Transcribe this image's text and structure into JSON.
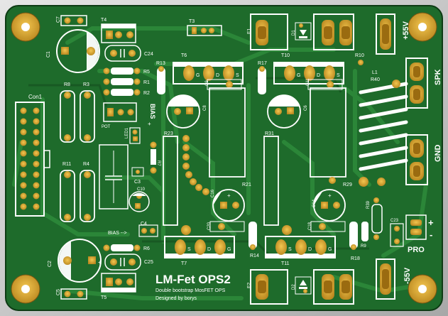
{
  "board": {
    "title": "LM-Fet OPS2",
    "subtitle": "Double bootstrap MosFET OPS",
    "credit": "Designed by borys",
    "colors": {
      "pcb": "#1f6a2c",
      "pcb_dark": "#14501e",
      "trace": "#2f8a3c",
      "pad": "#d9a733",
      "pad_dark": "#8a6414",
      "silk": "#ffffff",
      "frame": "#cfcfcf"
    }
  },
  "labels": {
    "con1": "Con1",
    "t4": "T4",
    "t3": "T3",
    "f1": "F1",
    "d1": "D1",
    "plus55": "+55V",
    "minus55": "-55V",
    "spk": "SPK",
    "gnd": "GND",
    "pro": "PRO",
    "plus": "+",
    "minus": "-",
    "t6": "T6",
    "t10": "T10",
    "t7": "T7",
    "t11": "T11",
    "t5": "T5",
    "c1": "C1",
    "c2": "C2",
    "c3": "C3",
    "c4": "C4",
    "c5": "C5",
    "c6": "C6",
    "c7": "C7",
    "c8": "C8",
    "c9": "C9",
    "c10": "C10",
    "c11": "C11",
    "c14": "C14",
    "c18": "C18",
    "c20": "C20",
    "c23": "C23",
    "c24": "C24",
    "c25": "C25",
    "r1": "R1",
    "r2": "R2",
    "r3": "R3",
    "r4": "R4",
    "r5": "R5",
    "r6": "R6",
    "r7": "R7",
    "r8": "R8",
    "r9": "R9",
    "r10": "R10",
    "r11": "R11",
    "r13": "R13",
    "r14": "R14",
    "r17": "R17",
    "r18": "R18",
    "r21": "R21",
    "r23": "R23",
    "r29": "R29",
    "r31": "R31",
    "r39": "R39",
    "r40": "R40",
    "l1": "L1",
    "pot": "POT",
    "led1": "LED1",
    "bias": "BIAS",
    "bias_arrow": "BIAS -->",
    "d2": "D2",
    "f2": "F2",
    "g": "G",
    "d": "D",
    "s": "S"
  }
}
